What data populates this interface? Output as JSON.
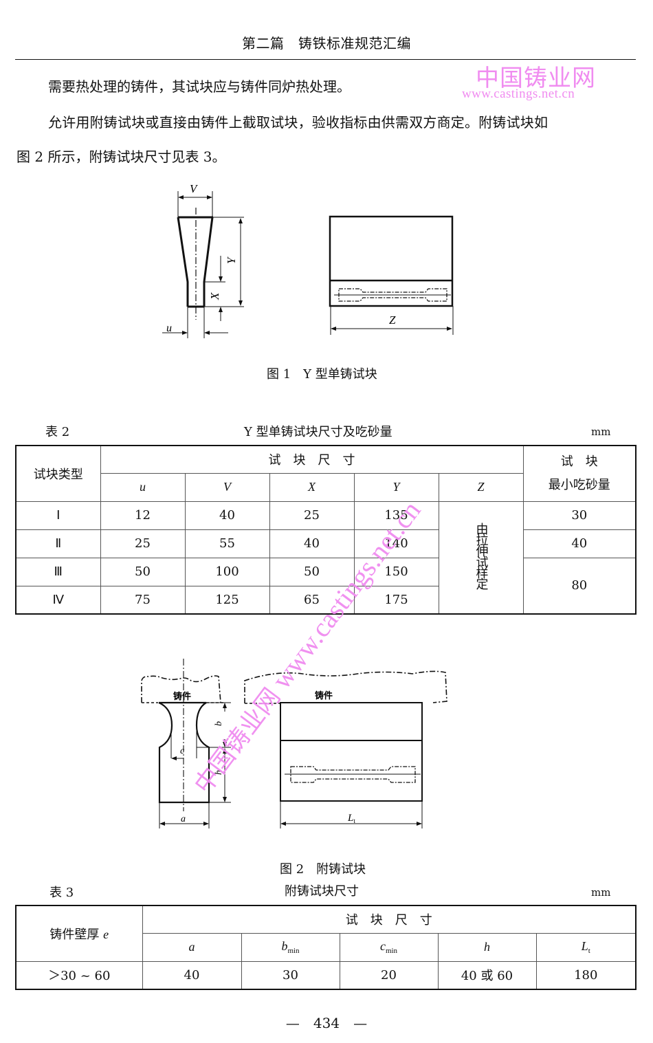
{
  "header": {
    "running_title": "第二篇　铸铁标准规范汇编"
  },
  "watermark": {
    "site_name": "中国铸业网",
    "url": "www.castings.net.cn",
    "diagonal_text_cn": "中国铸业网",
    "diagonal_text_url": "www.castings.net.cn",
    "color": "#f08cf0"
  },
  "body": {
    "paragraphs": [
      "需要热处理的铸件，其试块应与铸件同炉热处理。",
      "允许用附铸试块或直接由铸件上截取试块，验收指标由供需双方商定。附铸试块如",
      "图 2 所示，附铸试块尺寸见表 3。"
    ]
  },
  "figure1": {
    "caption": "图 1　Y 型单铸试块",
    "labels": {
      "V": "V",
      "Y": "Y",
      "X": "X",
      "u": "u",
      "Z": "Z"
    }
  },
  "table2": {
    "label": "表 2",
    "title": "Y 型单铸试块尺寸及吃砂量",
    "unit": "mm",
    "header": {
      "type": "试块类型",
      "dims_group": "试　块　尺　寸",
      "min_sand_line1": "试　块",
      "min_sand_line2": "最小吃砂量",
      "columns": [
        "u",
        "V",
        "X",
        "Y",
        "Z"
      ]
    },
    "z_note": "由拉伸试样定",
    "rows": [
      {
        "type": "Ⅰ",
        "u": "12",
        "V": "40",
        "X": "25",
        "Y": "135",
        "sand": "30"
      },
      {
        "type": "Ⅱ",
        "u": "25",
        "V": "55",
        "X": "40",
        "Y": "140",
        "sand": "40"
      },
      {
        "type": "Ⅲ",
        "u": "50",
        "V": "100",
        "X": "50",
        "Y": "150",
        "sand": "80"
      },
      {
        "type": "Ⅳ",
        "u": "75",
        "V": "125",
        "X": "65",
        "Y": "175",
        "sand": "80"
      }
    ]
  },
  "figure2": {
    "caption": "图 2　附铸试块",
    "labels": {
      "casting": "铸件",
      "a": "a",
      "b": "b",
      "c": "c",
      "h": "h",
      "L": "L",
      "L_sub": "t"
    }
  },
  "table3": {
    "label": "表 3",
    "title": "附铸试块尺寸",
    "unit": "mm",
    "header": {
      "wall": "铸件壁厚",
      "wall_var": "e",
      "dims_group": "试　块　尺　寸",
      "columns": [
        {
          "main": "a",
          "sub": ""
        },
        {
          "main": "b",
          "sub": "min"
        },
        {
          "main": "c",
          "sub": "min"
        },
        {
          "main": "h",
          "sub": ""
        },
        {
          "main": "L",
          "sub": "t"
        }
      ]
    },
    "rows": [
      {
        "wall": "＞30 ~ 60",
        "a": "40",
        "b": "30",
        "c": "20",
        "h": "40 或 60",
        "L": "180"
      }
    ]
  },
  "footer": {
    "page_number": "—　434　—"
  }
}
